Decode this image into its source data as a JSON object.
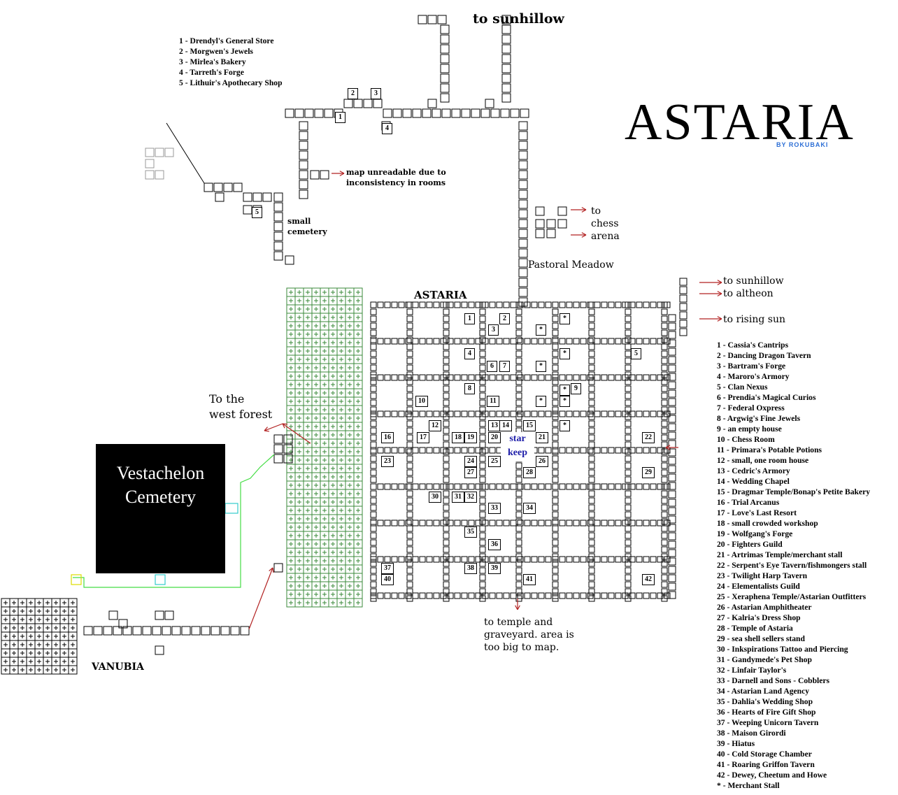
{
  "title": {
    "main": "ASTARIA",
    "byline": "BY ROKUBAKI"
  },
  "labels": {
    "to_sunhillow_top": "to sunhillow",
    "map_unreadable_1": "map unreadable due to",
    "map_unreadable_2": "inconsistency in rooms",
    "small_cemetery_1": "small",
    "small_cemetery_2": "cemetery",
    "to_chess_1": "to",
    "to_chess_2": "chess",
    "to_chess_3": "arena",
    "pastoral_meadow": "Pastoral Meadow",
    "astaria_city": "ASTARIA",
    "to_sunhillow_right": "to sunhillow",
    "to_altheon": "to altheon",
    "to_rising_sun": "to rising sun",
    "to_west_forest_1": "To the",
    "to_west_forest_2": "west forest",
    "cemetery_1": "Vestachelon",
    "cemetery_2": "Cemetery",
    "vanubia": "VANUBIA",
    "to_temple_1": "to temple and",
    "to_temple_2": "graveyard. area is",
    "to_temple_3": "too big to map.",
    "star_keep_1": "star",
    "star_keep_2": "keep"
  },
  "north_legend": [
    "1 - Drendyl's General Store",
    "2 - Morgwen's Jewels",
    "3 - Mirlea's Bakery",
    "4 - Tarreth's Forge",
    "5 - Lithuir's Apothecary Shop"
  ],
  "city_legend": [
    "1 - Cassia's Cantrips",
    "2 - Dancing Dragon Tavern",
    "3 - Bartram's Forge",
    "4 - Maroro's Armory",
    "5 - Clan Nexus",
    "6 - Prendia's Magical Curios",
    "7 - Federal Oxpress",
    "8 - Argwig's Fine Jewels",
    "9 - an empty house",
    "10 - Chess Room",
    "11 - Primara's Potable Potions",
    "12 - small, one room house",
    "13 - Cedric's Armory",
    "14 - Wedding Chapel",
    "15 - Dragmar Temple/Bonap's Petite Bakery",
    "16 - Trial Arcanus",
    "17 - Love's Last Resort",
    "18 - small crowded workshop",
    "19 - Wolfgang's Forge",
    "20 - Fighters Guild",
    "21 - Artrimas Temple/merchant stall",
    "22 - Serpent's Eye Tavern/fishmongers stall",
    "23 - Twilight Harp Tavern",
    "24 - Elementalists Guild",
    "25 - Xeraphena Temple/Astarian Outfitters",
    "26 - Astarian Amphitheater",
    "27 - Kalria's Dress Shop",
    "28 - Temple of Astaria",
    "29 - sea shell sellers stand",
    "30 - Inkspirations Tattoo and Piercing",
    "31 - Gandymede's Pet Shop",
    "32 - Linfair Taylor's",
    "33 - Darnell and Sons - Cobblers",
    "34 - Astarian Land Agency",
    "35 - Dahlia's Wedding Shop",
    "36 - Hearts of Fire Gift Shop",
    "37 - Weeping Unicorn Tavern",
    "38 - Maison Girordi",
    "39 - Hiatus",
    "40 - Cold Storage Chamber",
    "41 - Roaring Griffon Tavern",
    "42 - Dewey, Cheetum and Howe",
    "* - Merchant Stall"
  ],
  "north_markers": [
    "1",
    "2",
    "3",
    "4",
    "5"
  ],
  "city_markers": [
    "1",
    "2",
    "3",
    "4",
    "5",
    "6",
    "7",
    "8",
    "9",
    "10",
    "11",
    "12",
    "13",
    "14",
    "15",
    "16",
    "17",
    "18",
    "19",
    "20",
    "21",
    "22",
    "23",
    "24",
    "25",
    "26",
    "27",
    "28",
    "29",
    "30",
    "31",
    "32",
    "33",
    "34",
    "35",
    "36",
    "37",
    "38",
    "39",
    "40",
    "41",
    "42",
    "*",
    "*",
    "*",
    "*",
    "*",
    "*",
    "*",
    "*"
  ],
  "colors": {
    "rooms": "#000000",
    "forest_grid": "#3a8a3a",
    "cemetery_path": "#44dd44",
    "exit_arrows": "#b22222",
    "star_keep_text": "#1c1ca8",
    "byline": "#2d6fd6"
  }
}
